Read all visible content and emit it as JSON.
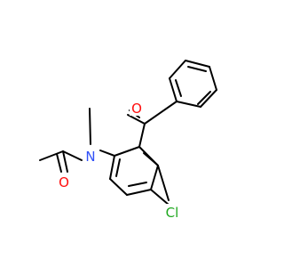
{
  "molecule": {
    "atoms": {
      "oxygen_ketone": {
        "symbol": "O",
        "color": "#ff0d0d"
      },
      "nitrogen": {
        "symbol": "N",
        "color": "#3050f8"
      },
      "oxygen_amide": {
        "symbol": "O",
        "color": "#ff0d0d"
      },
      "chlorine": {
        "symbol": "Cl",
        "color": "#1fa81f"
      }
    },
    "bond_color": "#000000"
  }
}
